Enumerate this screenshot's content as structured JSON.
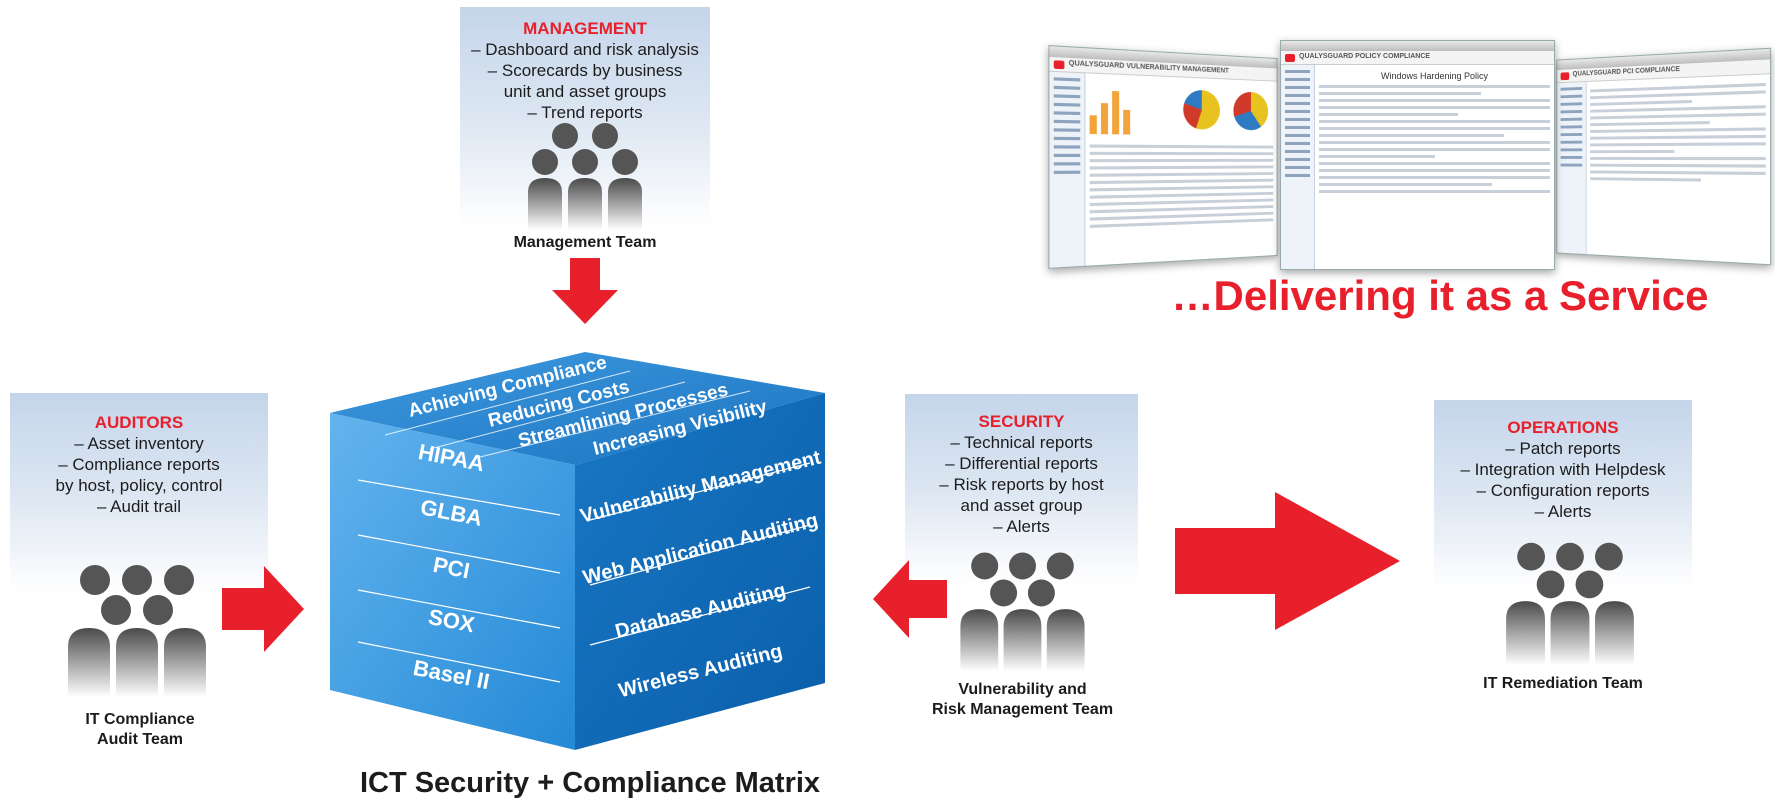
{
  "management": {
    "title": "MANAGEMENT",
    "items": [
      "– Dashboard and risk analysis",
      "– Scorecards by business",
      "unit and asset groups",
      "– Trend reports"
    ],
    "team": "Management Team"
  },
  "auditors": {
    "title": "AUDITORS",
    "items": [
      "– Asset inventory",
      "– Compliance reports",
      "by host, policy, control",
      "– Audit trail"
    ],
    "team_line1": "IT Compliance",
    "team_line2": "Audit Team"
  },
  "security": {
    "title": "SECURITY",
    "items": [
      "– Technical reports",
      "– Differential reports",
      "– Risk reports by host",
      "and asset group",
      "– Alerts"
    ],
    "team_line1": "Vulnerability and",
    "team_line2": "Risk Management Team"
  },
  "operations": {
    "title": "OPERATIONS",
    "items": [
      "– Patch reports",
      "– Integration with Helpdesk",
      "– Configuration reports",
      "– Alerts"
    ],
    "team": "IT Remediation Team"
  },
  "cube": {
    "top": [
      "Achieving Compliance",
      "Reducing Costs",
      "Streamlining Processes",
      "Increasing Visibility"
    ],
    "left": [
      "HIPAA",
      "GLBA",
      "PCI",
      "SOX",
      "Basel II"
    ],
    "right": [
      "Vulnerability Management",
      "Web Application Auditing",
      "Database Auditing",
      "Wireless Auditing"
    ]
  },
  "screenshots": {
    "vm_title": "QUALYSGUARD VULNERABILITY MANAGEMENT",
    "policy_title": "QUALYSGUARD POLICY COMPLIANCE",
    "policy_heading": "Windows Hardening Policy",
    "pci_title": "QUALYSGUARD PCI COMPLIANCE"
  },
  "service_heading": "…Delivering it as a Service",
  "matrix_title": "ICT Security + Compliance Matrix",
  "colors": {
    "accent_red": "#e8202b",
    "cube_blue": "#1a7cc7",
    "panel_blue": "#c4d5ea"
  }
}
